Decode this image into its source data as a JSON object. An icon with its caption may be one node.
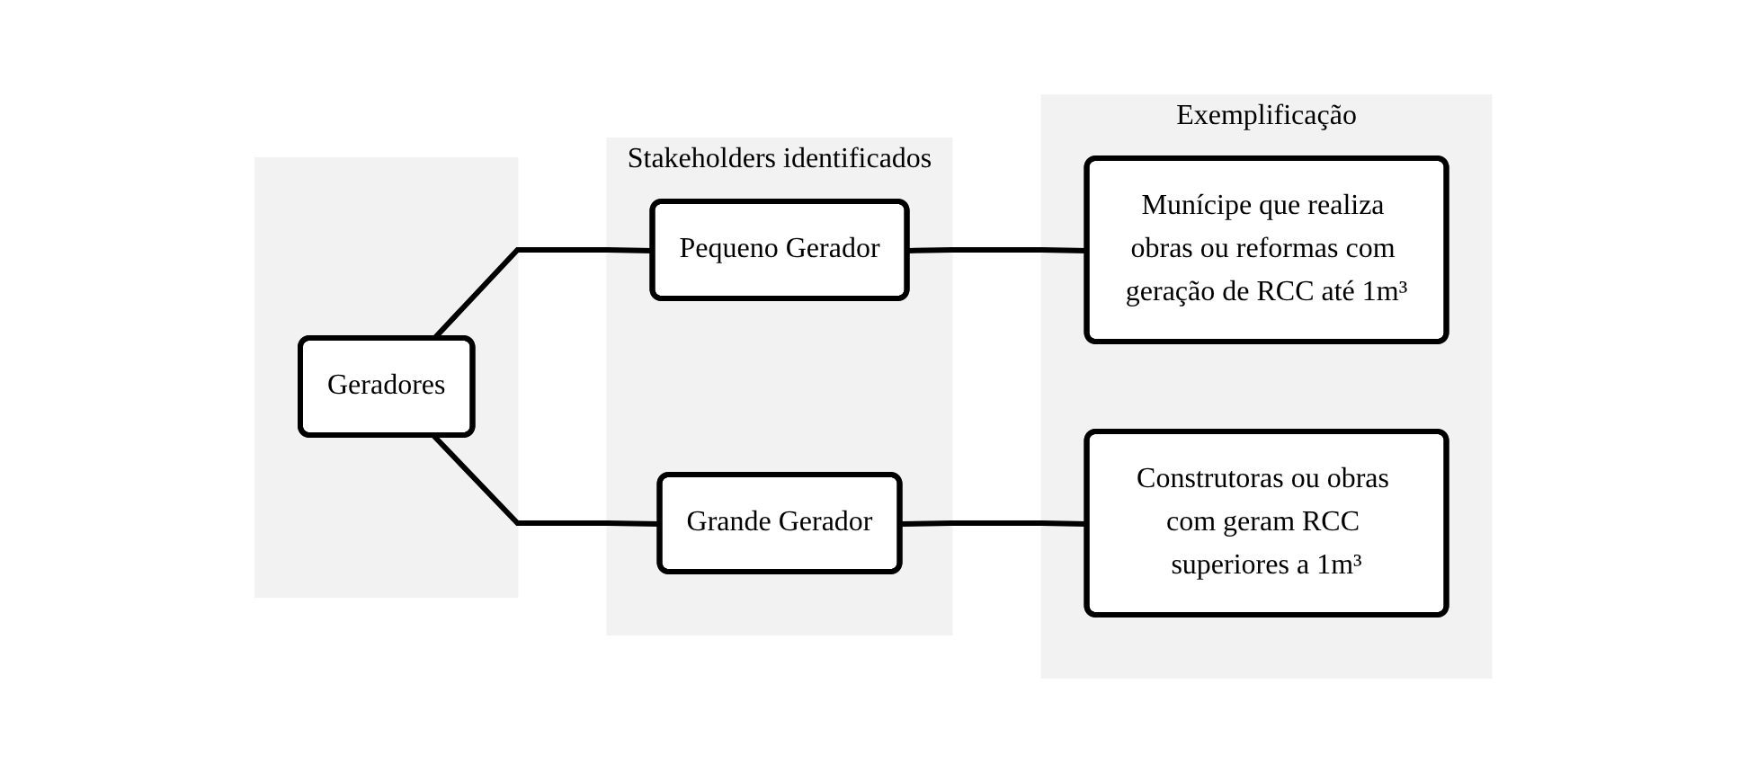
{
  "diagram": {
    "nodes": [
      {
        "text": [],
        "shape": "box"
      },
      {
        "text": [
          "Geradores"
        ],
        "in": 0
      },
      {
        "text": [
          "Stakeholders identificados"
        ]
      },
      {
        "text": [
          "Pequeno Gerador"
        ],
        "in": 2
      },
      {
        "text": [
          "Grande Gerador"
        ],
        "in": 2
      },
      {
        "text": [
          "Exemplificação"
        ]
      },
      {
        "text": [
          "Munícipe que realiza obras ou reformas com geração de RCC até 1m³"
        ],
        "in": 5
      },
      {
        "text": [
          "Construtoras ou obras com geram RCC superiores a 1m³"
        ],
        "in": 5
      }
    ],
    "edges": [
      {
        "from": 1,
        "to": 3,
        "arrow": "none"
      },
      {
        "from": 1,
        "to": 4,
        "arrow": "none"
      },
      {
        "from": 3,
        "to": 6,
        "arrow": "none"
      },
      {
        "from": 4,
        "to": 7,
        "arrow": "none"
      }
    ]
  }
}
